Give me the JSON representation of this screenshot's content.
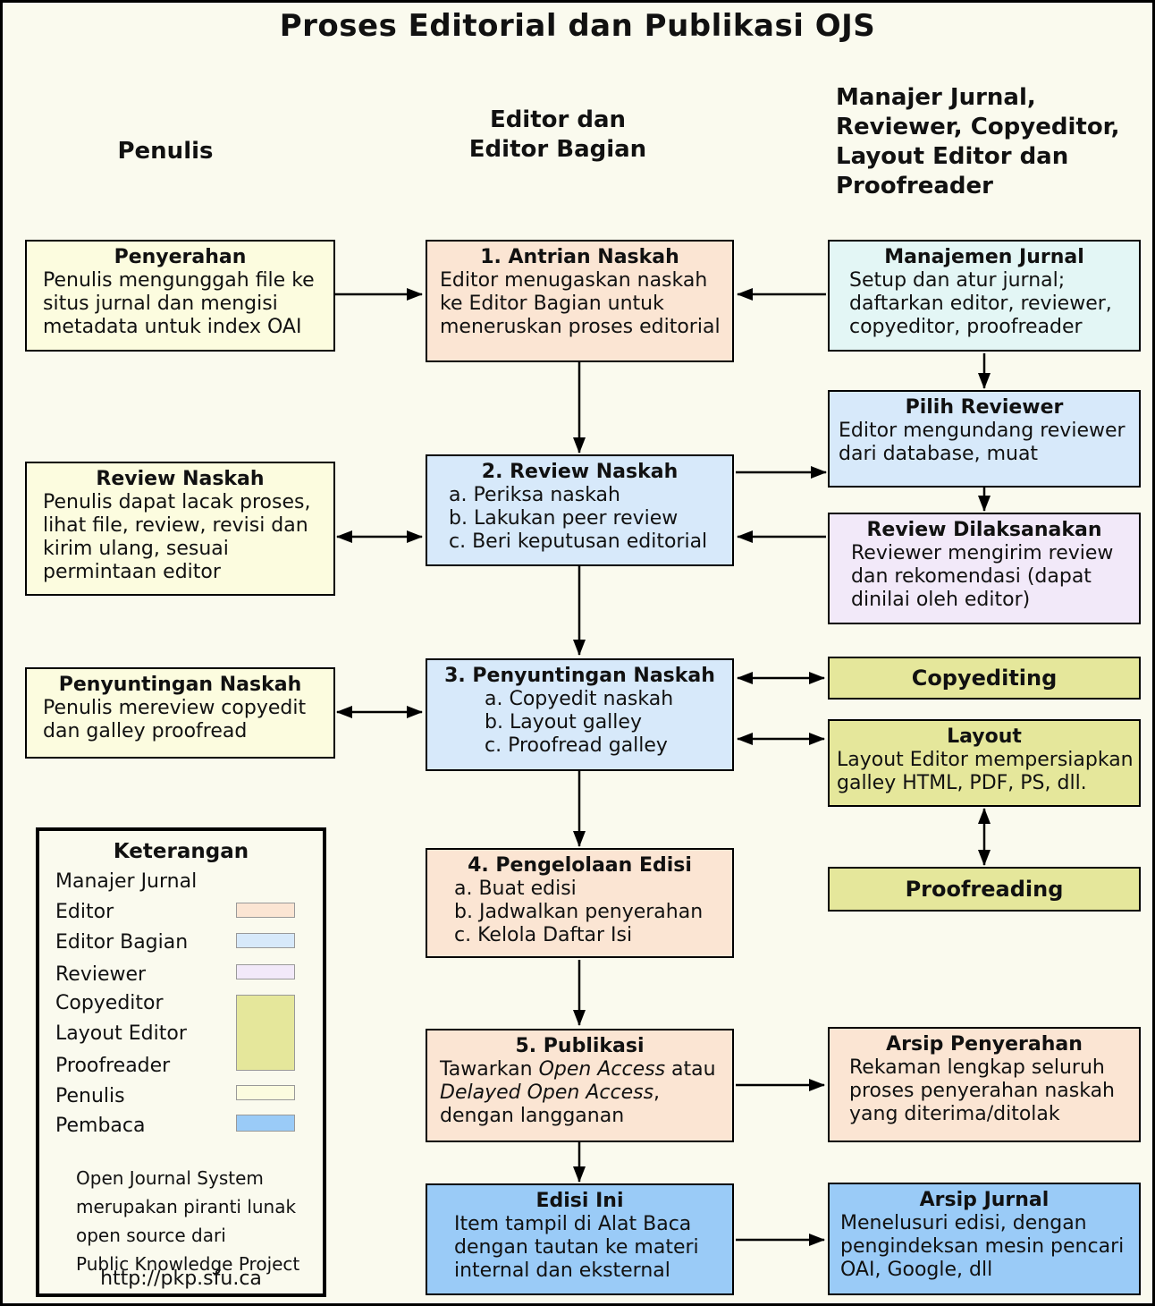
{
  "title": "Proses Editorial dan Publikasi OJS",
  "colors": {
    "background": "#FAFAEE",
    "penulis": "#FCFCDF",
    "editor": "#FBE5D3",
    "editor_bagian": "#D7E9FA",
    "manajer_jurnal": "#E3F6F5",
    "reviewer": "#F2E9F9",
    "copy_layout_proof": "#E5E79B",
    "pembaca": "#9ACBF7",
    "line": "#000000"
  },
  "column_headers": {
    "penulis": "Penulis",
    "editor": "Editor dan\nEditor Bagian",
    "manajer": "Manajer Jurnal,\nReviewer, Copyeditor,\nLayout Editor dan\nProofreader"
  },
  "boxes": {
    "penyerahan": {
      "title": "Penyerahan",
      "body": "Penulis mengunggah file ke situs jurnal dan mengisi metadata untuk index OAI"
    },
    "antrian_naskah": {
      "title": "1. Antrian Naskah",
      "body": "Editor menugaskan naskah ke Editor Bagian untuk meneruskan proses editorial"
    },
    "manajemen_jurnal": {
      "title": "Manajemen Jurnal",
      "body": "Setup dan atur jurnal; daftarkan editor, reviewer, copyeditor, proofreader"
    },
    "pilih_reviewer": {
      "title": "Pilih Reviewer",
      "body": "Editor mengundang reviewer dari database, muat"
    },
    "review_dilaksanakan": {
      "title": "Review Dilaksanakan",
      "body": "Reviewer mengirim review dan rekomendasi (dapat dinilai oleh editor)"
    },
    "review_naskah_penulis": {
      "title": "Review Naskah",
      "body": "Penulis dapat lacak proses, lihat file, review, revisi dan kirim ulang, sesuai permintaan editor"
    },
    "review_naskah": {
      "title": "2. Review Naskah",
      "items": [
        "a. Periksa naskah",
        "b. Lakukan peer review",
        "c. Beri keputusan editorial"
      ]
    },
    "penyuntingan_penulis": {
      "title": "Penyuntingan Naskah",
      "body": "Penulis mereview copyedit dan galley proofread"
    },
    "penyuntingan_naskah": {
      "title": "3. Penyuntingan Naskah",
      "items": [
        "a. Copyedit naskah",
        "b. Layout galley",
        "c. Proofread galley"
      ]
    },
    "copyediting": {
      "title": "Copyediting"
    },
    "layout": {
      "title": "Layout",
      "body": "Layout Editor mempersiapkan galley HTML, PDF, PS, dll."
    },
    "proofreading": {
      "title": "Proofreading"
    },
    "pengelolaan_edisi": {
      "title": "4. Pengelolaan Edisi",
      "items": [
        "a. Buat edisi",
        "b. Jadwalkan penyerahan",
        "c. Kelola Daftar Isi"
      ]
    },
    "publikasi": {
      "title": "5. Publikasi",
      "body_parts": {
        "p1": "Tawarkan ",
        "p2": "Open Access",
        "p3": " atau ",
        "p4": "Delayed Open Access",
        "p5": ", dengan langganan"
      }
    },
    "arsip_penyerahan": {
      "title": "Arsip Penyerahan",
      "body": "Rekaman lengkap seluruh proses penyerahan naskah yang diterima/ditolak"
    },
    "edisi_ini": {
      "title": "Edisi Ini",
      "body": "Item tampil di Alat Baca dengan tautan ke materi internal dan eksternal"
    },
    "arsip_jurnal": {
      "title": "Arsip Jurnal",
      "body": "Menelusuri edisi, dengan pengindeksan mesin pencari OAI, Google, dll"
    }
  },
  "legend": {
    "title": "Keterangan",
    "items": [
      {
        "label": "Manajer Jurnal",
        "color": null
      },
      {
        "label": "Editor",
        "color": "editor"
      },
      {
        "label": "Editor Bagian",
        "color": "editor_bagian"
      },
      {
        "label": "Reviewer",
        "color": "reviewer"
      },
      {
        "label": "Copyeditor",
        "color": "copy_layout_proof"
      },
      {
        "label": "Layout Editor",
        "color": "copy_layout_proof"
      },
      {
        "label": "Proofreader",
        "color": "copy_layout_proof"
      },
      {
        "label": "Penulis",
        "color": "penulis"
      },
      {
        "label": "Pembaca",
        "color": "pembaca"
      }
    ],
    "note": "Open Journal System\nmerupakan piranti lunak\nopen source dari\nPublic Knowledge Project",
    "url": "http://pkp.sfu.ca"
  }
}
